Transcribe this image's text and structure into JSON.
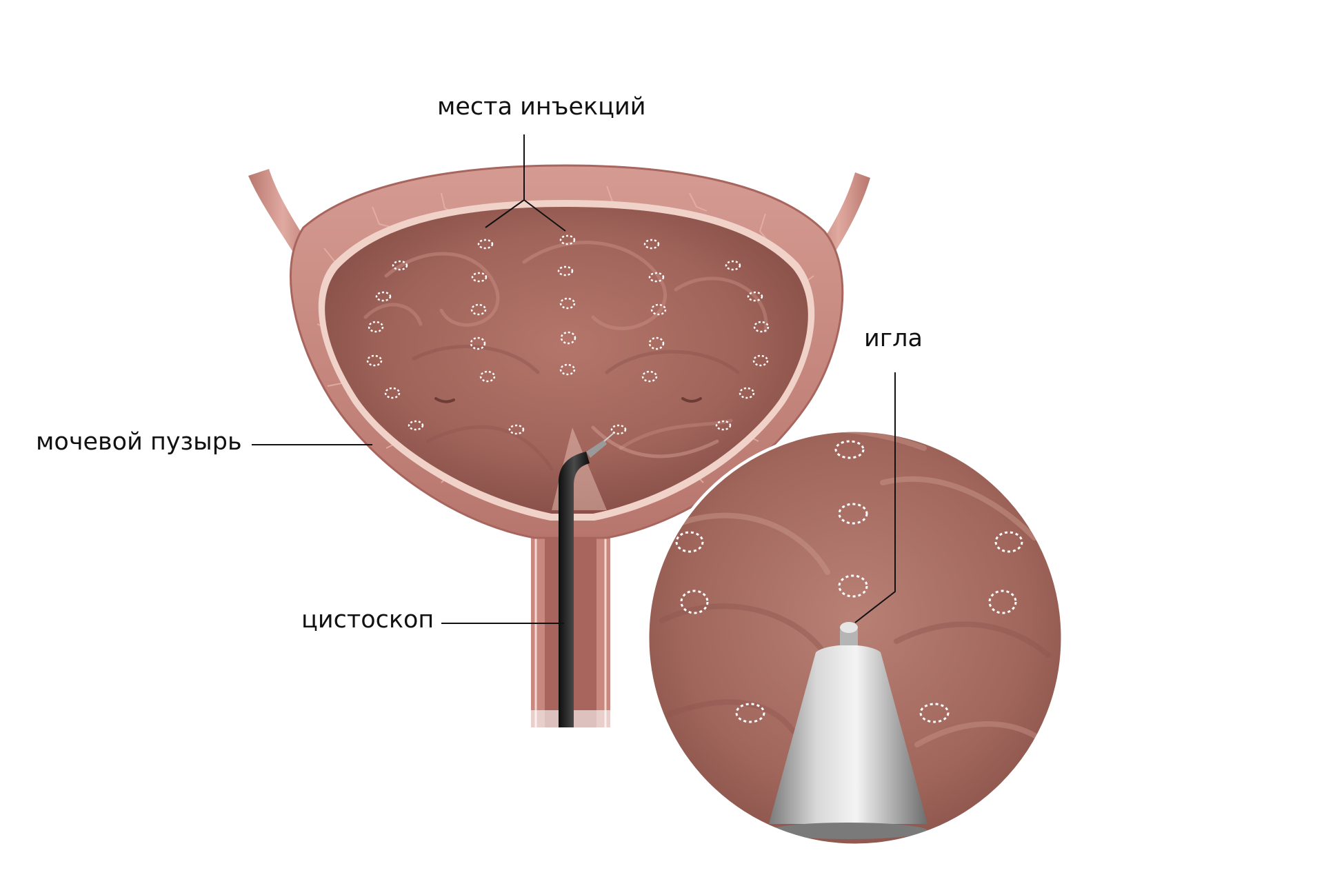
{
  "labels": {
    "injection_sites": "места инъекций",
    "bladder": "мочевой пузырь",
    "cystoscope": "цистоскоп",
    "needle": "игла"
  },
  "colors": {
    "background": "#ffffff",
    "bladder_wall": "#c8877f",
    "bladder_wall_dark": "#a8655e",
    "bladder_interior": "#a86a60",
    "mucosa_line": "#f2d7cf",
    "injection_marker": "#ffffff",
    "cystoscope": "#1c1c1c",
    "needle_metal": "#b9b9b9",
    "leader_line": "#111111"
  },
  "icons": {
    "injection_marker": "dashed-ellipse",
    "zoom_view": "circular-inset"
  }
}
